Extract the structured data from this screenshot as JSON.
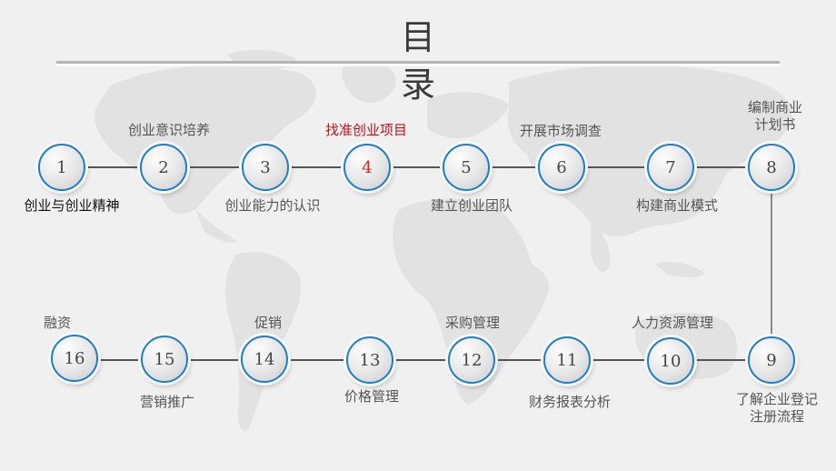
{
  "title": {
    "line1": "目",
    "line2": "录"
  },
  "colors": {
    "accent_ring": "#1b7fcc",
    "active_text": "#c0141a",
    "background": "#f0f0f0"
  },
  "items": [
    {
      "num": "1",
      "label": "创业与创业精神"
    },
    {
      "num": "2",
      "label": "创业意识培养"
    },
    {
      "num": "3",
      "label": "创业能力的认识"
    },
    {
      "num": "4",
      "label": "找准创业项目",
      "active": true
    },
    {
      "num": "5",
      "label": "建立创业团队"
    },
    {
      "num": "6",
      "label": "开展市场调查"
    },
    {
      "num": "7",
      "label": "构建商业模式"
    },
    {
      "num": "8",
      "label_line1": "编制商业",
      "label_line2": "计划书"
    },
    {
      "num": "9",
      "label_line1": "了解企业登记",
      "label_line2": "注册流程"
    },
    {
      "num": "10",
      "label": "人力资源管理"
    },
    {
      "num": "11",
      "label": "财务报表分析"
    },
    {
      "num": "12",
      "label": "采购管理"
    },
    {
      "num": "13",
      "label": "价格管理"
    },
    {
      "num": "14",
      "label": "促销"
    },
    {
      "num": "15",
      "label": "营销推广"
    },
    {
      "num": "16",
      "label": "融资"
    }
  ]
}
